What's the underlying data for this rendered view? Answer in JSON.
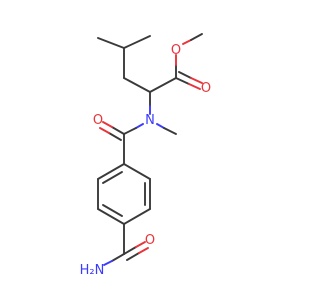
{
  "structure": {
    "atom_labels": {
      "ester_carbonyl_o": "O",
      "ester_ether_o": "O",
      "amide_n": "N",
      "amide_carbonyl_o": "O",
      "primary_amide_o": "O",
      "primary_amide_n": "H₂N"
    },
    "colors": {
      "bond": "#3a3a3a",
      "oxygen": "#e8343a",
      "nitrogen": "#3b3bff",
      "background": "#ffffff"
    }
  }
}
